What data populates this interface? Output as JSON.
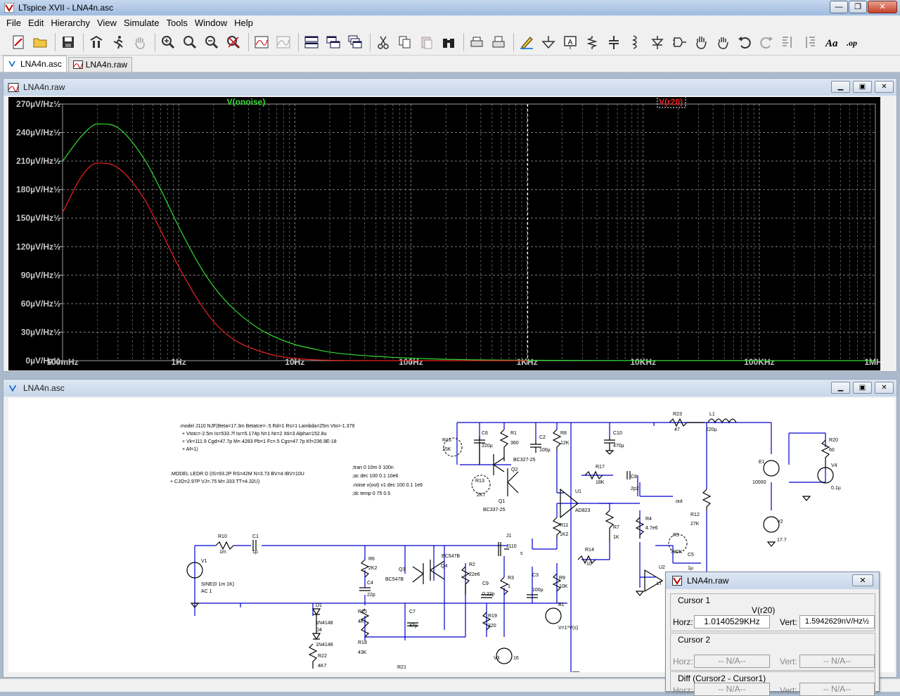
{
  "app": {
    "title": "LTspice XVII - LNA4n.asc"
  },
  "menu": [
    "File",
    "Edit",
    "Hierarchy",
    "View",
    "Simulate",
    "Tools",
    "Window",
    "Help"
  ],
  "tabs": [
    {
      "label": "LNA4n.asc"
    },
    {
      "label": "LNA4n.raw"
    }
  ],
  "toolbar": {
    "icons": [
      "new-schematic",
      "open",
      "save",
      "control-panel",
      "run",
      "halt",
      "zoom-in",
      "zoom-pan",
      "zoom-out",
      "zoom-fit",
      "autorange",
      "waveform-settings",
      "tile-horizontal",
      "tile-vertical",
      "cascade",
      "cut",
      "copy",
      "paste",
      "find",
      "print",
      "print-setup",
      "draw-wire",
      "ground",
      "label-net",
      "resistor",
      "capacitor",
      "inductor",
      "diode",
      "component",
      "move",
      "drag",
      "undo",
      "redo",
      "rotate",
      "mirror",
      "text",
      "spice-directive"
    ]
  },
  "wave_window": {
    "title": "LNA4n.raw"
  },
  "chart_data": {
    "type": "line",
    "xscale": "log",
    "xlim": [
      0.1,
      1000000
    ],
    "ylim": [
      0,
      270
    ],
    "yunit": "µV/Hz½",
    "grid": true,
    "x_ticks": [
      "100mHz",
      "1Hz",
      "10Hz",
      "100Hz",
      "1KHz",
      "10KHz",
      "100KHz",
      "1MHz"
    ],
    "y_ticks": [
      "0µV/Hz½",
      "30µV/Hz½",
      "60µV/Hz½",
      "90µV/Hz½",
      "120µV/Hz½",
      "150µV/Hz½",
      "180µV/Hz½",
      "210µV/Hz½",
      "240µV/Hz½",
      "270µV/Hz½"
    ],
    "cursor_x": 1014.05,
    "series": [
      {
        "name": "V(onoise)",
        "color": "#33dd33",
        "x": [
          0.1,
          0.15,
          0.2,
          0.3,
          0.5,
          0.7,
          1,
          1.5,
          2,
          3,
          5,
          7,
          10,
          15,
          20,
          30,
          50,
          70,
          100,
          200,
          500,
          1000,
          3000,
          10000,
          100000,
          1000000
        ],
        "y": [
          210,
          238,
          249,
          245,
          213,
          180,
          141,
          101,
          78,
          54,
          33,
          24,
          17,
          12,
          9,
          6.5,
          4.5,
          3.5,
          2.6,
          1.4,
          0.7,
          0.4,
          0.2,
          0.1,
          0.05,
          0.02
        ]
      },
      {
        "name": "V(r20)",
        "color": "#ee2222",
        "x": [
          0.1,
          0.15,
          0.2,
          0.3,
          0.5,
          0.7,
          1,
          1.5,
          2,
          3,
          5,
          7,
          10,
          15,
          20,
          30,
          50,
          100,
          1000
        ],
        "y": [
          156,
          196,
          208,
          203,
          171,
          137,
          99,
          62,
          41,
          22,
          10,
          5,
          2.3,
          0.9,
          0.4,
          0.15,
          0.05,
          0.01,
          0
        ]
      }
    ]
  },
  "schematic": {
    "window_title": "LNA4n.asc",
    "model_j110": [
      ".model J110 NJF(Beta=17.3m Betatce=-.5 Rd=1 Rs=1 Lambda=25m Vto=-1.379",
      "+ Vtotc=-2.5m Is=533.7f Isr=5.174p N=1 Nr=2 Xti=3 Alpha=152.8u",
      "+ Vk=111.9 Cgd=47.7p M=.4283 Pb=1 Fc=.5 Cgs=47.7p Kf=236.9E-18",
      "+ Af=1)"
    ],
    "model_ledr": [
      ".MODEL LEDR D (IS=93.2P RS=42M N=3.73 BV=4 IBV=10U",
      "+ CJO=2.97P VJ=.75 M=.333 TT=4.32U)"
    ],
    "directives": [
      ";tran 0 10m 0 100n",
      ";ac dec 100 0.1 10e6",
      ".noise v(out) v1 dec 100 0.1 1e6",
      ";dc temp 0 75 0.5"
    ]
  },
  "cursor_window": {
    "title": "LNA4n.raw",
    "cursor1": {
      "label": "Cursor 1",
      "trace": "V(r20)",
      "horz_label": "Horz:",
      "horz": "1.0140529KHz",
      "vert_label": "Vert:",
      "vert": "1.5942629nV/Hz½"
    },
    "cursor2": {
      "label": "Cursor 2",
      "horz_label": "Horz:",
      "horz": "-- N/A--",
      "vert_label": "Vert:",
      "vert": "-- N/A--"
    },
    "diff": {
      "label": "Diff (Cursor2 - Cursor1)",
      "horz_label": "Horz:",
      "horz": "-- N/A--",
      "vert_label": "Vert:",
      "vert": "-- N/A--"
    }
  }
}
